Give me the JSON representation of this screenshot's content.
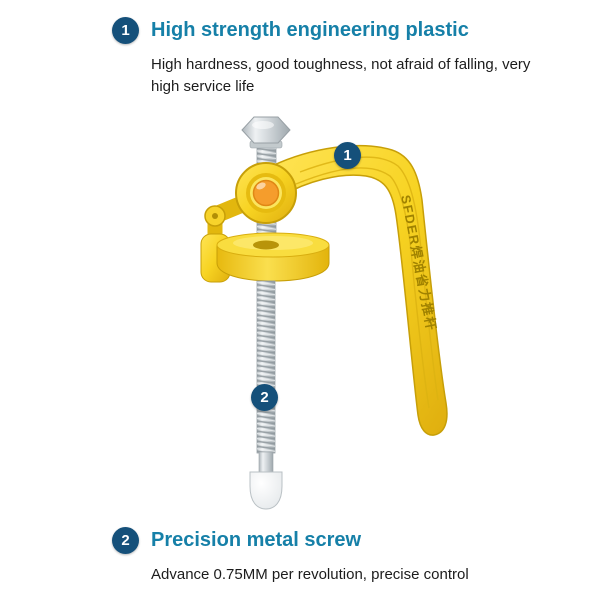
{
  "colors": {
    "badge_bg": "#15507a",
    "heading": "#1680a8",
    "body_text": "#1c1c1c",
    "product_yellow": "#f6d32b",
    "product_yellow_dark": "#c79f08",
    "product_orange": "#f59d2c",
    "metal_gray": "#c9d0d4"
  },
  "sections": {
    "top": {
      "badge": "1",
      "title": "High strength engineering plastic",
      "description": "High hardness, good toughness, not afraid of falling, very high service life"
    },
    "bottom": {
      "badge": "2",
      "title": "Precision metal screw",
      "description": "Advance 0.75MM per revolution, precise control"
    }
  },
  "product": {
    "callout_1": "1",
    "callout_2": "2",
    "handle_text": "SFDER焊油省力推杆"
  }
}
